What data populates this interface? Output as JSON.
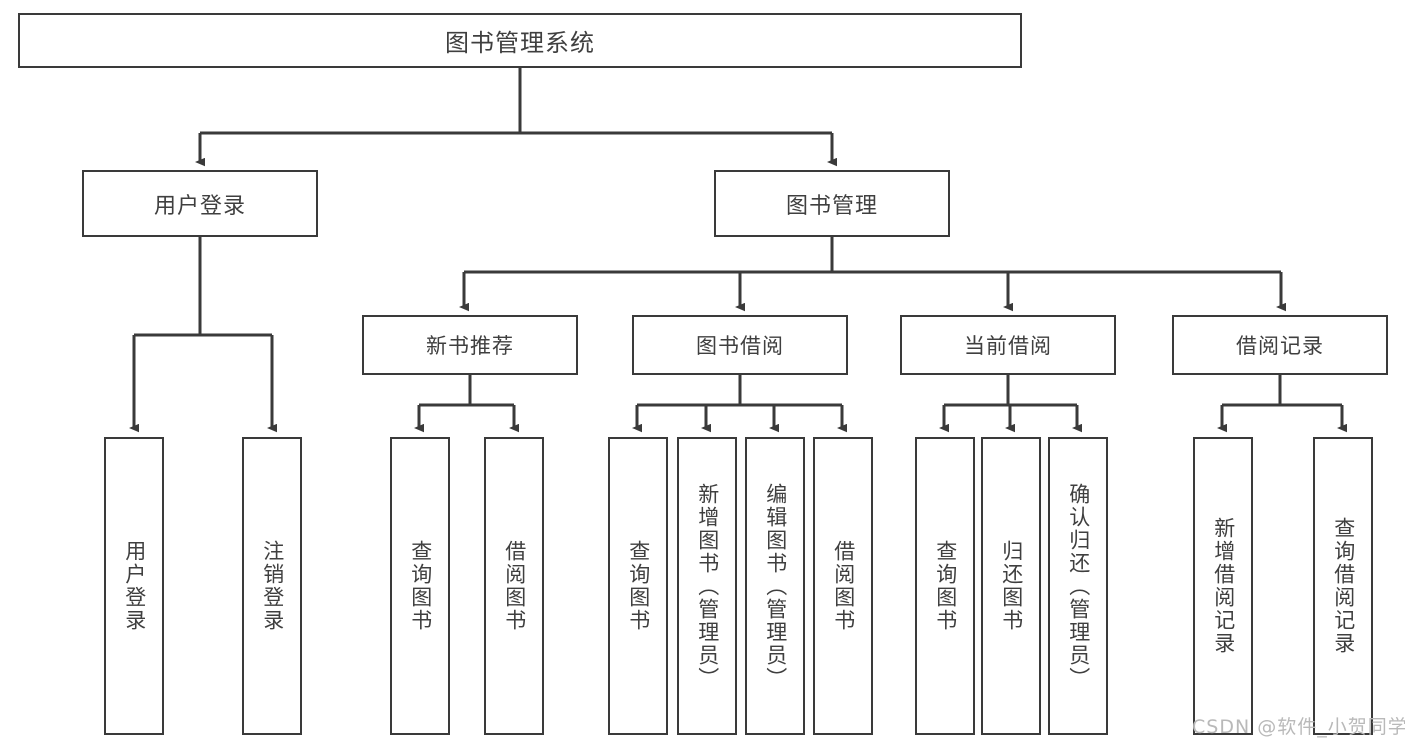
{
  "diagram": {
    "title": "图书管理系统",
    "type": "功能结构图",
    "root": {
      "label": "图书管理系统"
    },
    "level2": [
      {
        "label": "用户登录"
      },
      {
        "label": "图书管理"
      }
    ],
    "level3": [
      {
        "label": "新书推荐"
      },
      {
        "label": "图书借阅"
      },
      {
        "label": "当前借阅"
      },
      {
        "label": "借阅记录"
      }
    ],
    "leaves": [
      {
        "label": "用户登录",
        "parent": "用户登录"
      },
      {
        "label": "注销登录",
        "parent": "用户登录"
      },
      {
        "label": "查询图书",
        "parent": "新书推荐"
      },
      {
        "label": "借阅图书",
        "parent": "新书推荐"
      },
      {
        "label": "查询图书",
        "parent": "图书借阅"
      },
      {
        "label": "新增图书（管理员）",
        "parent": "图书借阅"
      },
      {
        "label": "编辑图书（管理员）",
        "parent": "图书借阅"
      },
      {
        "label": "借阅图书",
        "parent": "图书借阅"
      },
      {
        "label": "查询图书",
        "parent": "当前借阅"
      },
      {
        "label": "归还图书",
        "parent": "当前借阅"
      },
      {
        "label": "确认归还（管理员）",
        "parent": "当前借阅"
      },
      {
        "label": "新增借阅记录",
        "parent": "借阅记录"
      },
      {
        "label": "查询借阅记录",
        "parent": "借阅记录"
      }
    ],
    "watermark": "CSDN @软件_小贺同学",
    "colors": {
      "box_border": "#3a3a3a",
      "box_fill": "#ffffff",
      "text": "#3f3f3f",
      "connector": "#3a3a3a",
      "watermark": "#b9b9b9",
      "background": "#ffffff"
    }
  }
}
